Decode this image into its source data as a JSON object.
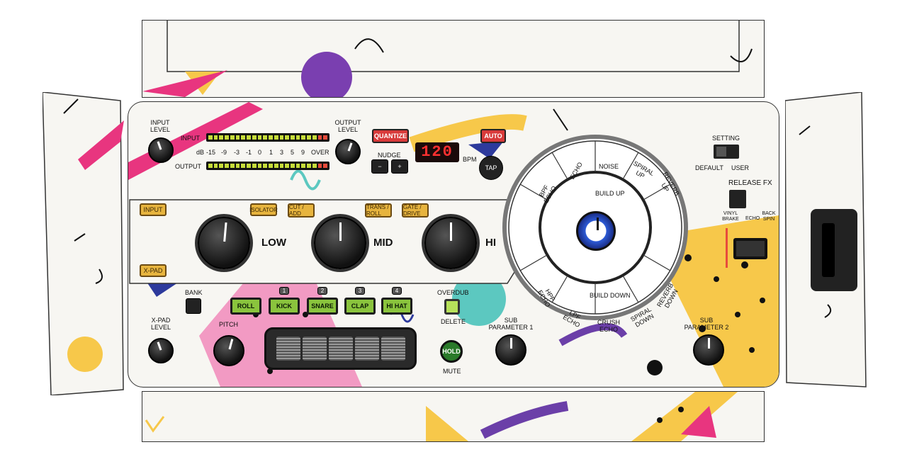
{
  "meters": {
    "input_label": "INPUT",
    "output_label": "OUTPUT",
    "scale": [
      "dB",
      "-15",
      "-9",
      "-3",
      "-1",
      "0",
      "1",
      "3",
      "5",
      "9",
      "OVER"
    ]
  },
  "top": {
    "input_level": "INPUT LEVEL",
    "output_level": "OUTPUT LEVEL",
    "quantize": "QUANTIZE",
    "auto": "AUTO",
    "nudge": "NUDGE",
    "minus": "−",
    "plus": "+",
    "bpm_value": "120",
    "bpm": "BPM",
    "tap": "TAP"
  },
  "fx": {
    "input": "INPUT",
    "isolator": "ISOLATOR",
    "cut_add": "CUT / ADD",
    "trans_roll": "TRANS / ROLL",
    "gate_drive": "GATE / DRIVE",
    "x_pad": "X-PAD",
    "low": "LOW",
    "mid": "MID",
    "hi": "HI"
  },
  "pads": {
    "bank": "BANK",
    "roll": "ROLL",
    "kick": "KICK",
    "snare": "SNARE",
    "clap": "CLAP",
    "hihat": "HI HAT",
    "n1": "1",
    "n2": "2",
    "n3": "3",
    "n4": "4",
    "overdub": "OVERDUB",
    "delete": "DELETE",
    "xpad_level": "X-PAD LEVEL",
    "pitch": "PITCH",
    "hold": "HOLD",
    "mute": "MUTE",
    "sub1": "SUB PARAMETER 1",
    "sub2": "SUB PARAMETER 2"
  },
  "wheel": {
    "echo": "ECHO",
    "noise": "NOISE",
    "spiral_up": "SPIRAL UP",
    "reverb_up": "REVERB UP",
    "bpf_echo": "BPF ECHO",
    "build_up": "BUILD UP",
    "build_down": "BUILD DOWN",
    "hpf_echo": "HPF ECHO",
    "lpf_echo": "LPF ECHO",
    "crush_echo": "CRUSH ECHO",
    "spiral_down": "SPIRAL DOWN",
    "reverb_down": "REVERB DOWN"
  },
  "right": {
    "setting": "SETTING",
    "default": "DEFAULT",
    "user": "USER",
    "release_fx": "RELEASE FX",
    "vinyl_brake": "VINYL BRAKE",
    "echo": "ECHO",
    "back_spin": "BACK SPIN"
  },
  "colors": {
    "pink": "#e8357f",
    "yellow": "#f7c84a",
    "purple": "#6b3fa8",
    "teal": "#5cc8c0",
    "blue": "#2d3a9c"
  }
}
